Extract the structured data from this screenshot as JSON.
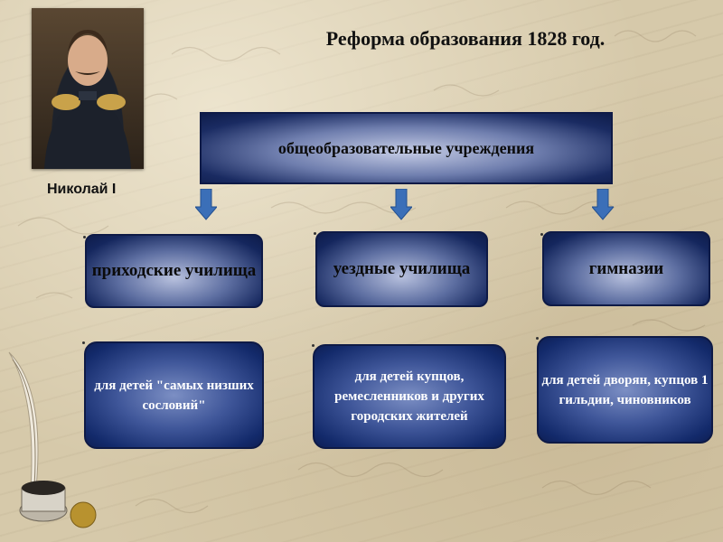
{
  "title": "Реформа образования 1828 год.",
  "portrait_caption": "Николай I",
  "top_box": "общеобразовательные учреждения",
  "schools": [
    {
      "name": "приходские училища",
      "description": "для детей \"самых низших сословий\""
    },
    {
      "name": "уездные училища",
      "description": "для детей купцов, ремесленников и других городских жителей"
    },
    {
      "name": "гимназии",
      "description": "для детей дворян, купцов 1 гильдии, чиновников"
    }
  ],
  "colors": {
    "box_dark": "#0e1c4a",
    "arrow": "#3b6fb8",
    "description_text": "#ffffff"
  }
}
